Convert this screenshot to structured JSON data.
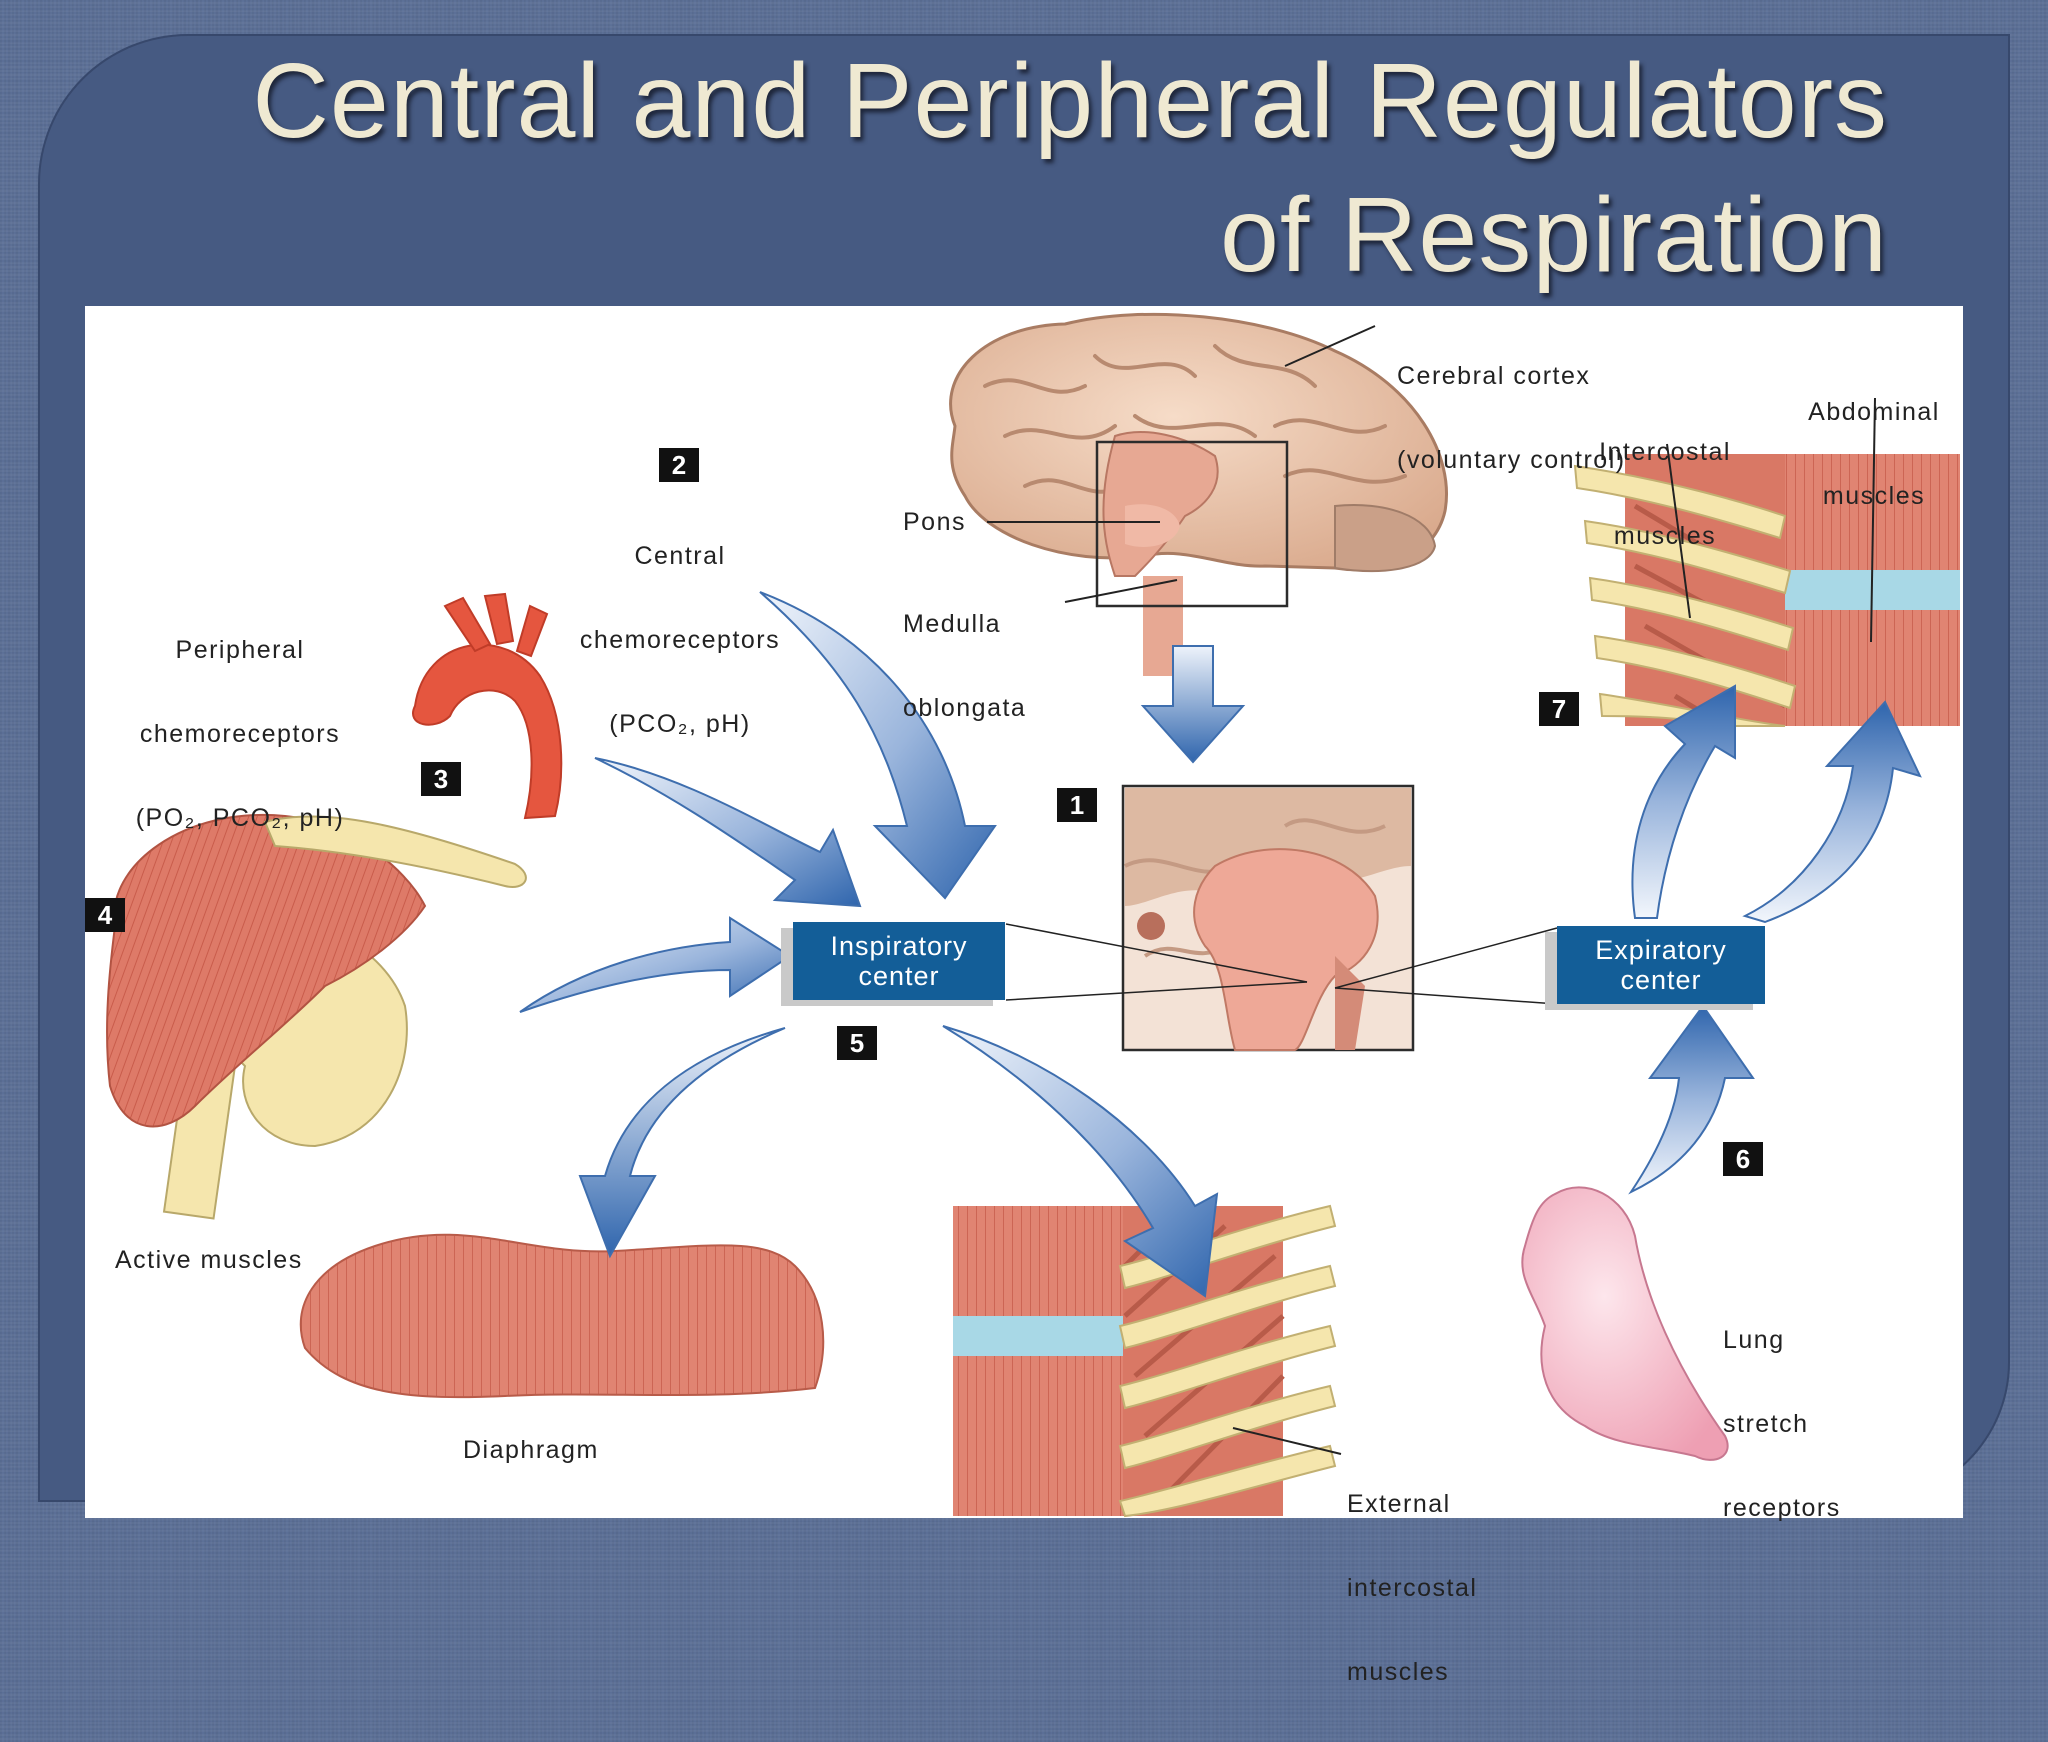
{
  "title": {
    "line1": "Central and Peripheral Regulators",
    "line2": "of Respiration"
  },
  "labels": {
    "cerebral_cortex_1": "Cerebral cortex",
    "cerebral_cortex_2": "(voluntary control)",
    "abdominal_1": "Abdominal",
    "abdominal_2": "muscles",
    "intercostal_1": "Intercostal",
    "intercostal_2": "muscles",
    "central_1": "Central",
    "central_2": "chemoreceptors",
    "central_3": "(PCO₂, pH)",
    "pons": "Pons",
    "medulla_1": "Medulla",
    "medulla_2": "oblongata",
    "peripheral_1": "Peripheral",
    "peripheral_2": "chemoreceptors",
    "peripheral_3": "(PO₂, PCO₂, pH)",
    "inspiratory_1": "Inspiratory",
    "inspiratory_2": "center",
    "expiratory_1": "Expiratory",
    "expiratory_2": "center",
    "active_muscles": "Active muscles",
    "diaphragm": "Diaphragm",
    "external_1": "External",
    "external_2": "intercostal",
    "external_3": "muscles",
    "lung_1": "Lung",
    "lung_2": "stretch",
    "lung_3": "receptors"
  },
  "numbers": {
    "n1": "1",
    "n2": "2",
    "n3": "3",
    "n4": "4",
    "n5": "5",
    "n6": "6",
    "n7": "7"
  },
  "colors": {
    "background": "#465a82",
    "title_text": "#efe9d2",
    "center_box": "#135e98",
    "arrow": "#4f7fbf",
    "muscle": "#e07f6e",
    "bone": "#f3e3a8",
    "brain": "#efc8b0"
  }
}
